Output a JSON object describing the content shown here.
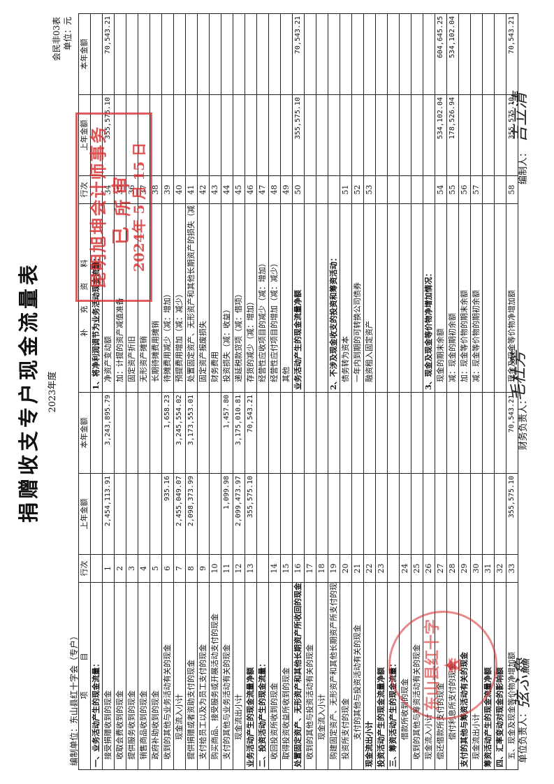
{
  "title": "捐赠收支专户现金流量表",
  "year": "2023年度",
  "form_code": "会民非03表",
  "unit": "单位：元",
  "org_label": "编制单位：",
  "org_name": "东山县红十字会（专户）",
  "headers": {
    "item": "项　　　　目",
    "line": "行次",
    "prev": "上年金额",
    "curr": "本年金额",
    "supp": "补　　充　　资　　料",
    "line2": "行次",
    "prev2": "上年金额",
    "curr2": "本年金额"
  },
  "rows": [
    {
      "l": "一、业务活动产生的现金流量：",
      "ln": "",
      "p": "",
      "c": "",
      "r": "1、将净利润调节为业务活动现金流量：",
      "rn": "",
      "rp": "",
      "rc": ""
    },
    {
      "l": "接受捐赠收到的现金",
      "ln": "1",
      "p": "2,454,113.91",
      "c": "3,243,895.79",
      "r": "净资产变动额",
      "rn": "34",
      "rp": "355,575.10",
      "rc": "70,543.21"
    },
    {
      "l": "收取会费收到的现金",
      "ln": "2",
      "p": "",
      "c": "",
      "r": "加：计提的资产减值准备",
      "rn": "35",
      "rp": "",
      "rc": ""
    },
    {
      "l": "提供服务收到的现金",
      "ln": "3",
      "p": "",
      "c": "",
      "r": "固定资产折旧",
      "rn": "36",
      "rp": "",
      "rc": ""
    },
    {
      "l": "销售商品收到的现金",
      "ln": "4",
      "p": "",
      "c": "",
      "r": "无形资产摊销",
      "rn": "37",
      "rp": "",
      "rc": ""
    },
    {
      "l": "政府补助收到的现金",
      "ln": "5",
      "p": "",
      "c": "",
      "r": "长期待摊费用摊销",
      "rn": "38",
      "rp": "",
      "rc": ""
    },
    {
      "l": "收到的其他与业务活动有关的现金",
      "ln": "6",
      "p": "935.16",
      "c": "1,658.23",
      "r": "待摊费用减少（减：增加）",
      "rn": "39",
      "rp": "",
      "rc": ""
    },
    {
      "l": "现金流入小计",
      "ln": "7",
      "p": "2,455,049.07",
      "c": "3,245,554.02",
      "r": "预提费用增加（减：减少）",
      "rn": "40",
      "rp": "",
      "rc": ""
    },
    {
      "l": "提供捐赠或者资助支付的现金",
      "ln": "8",
      "p": "2,098,373.99",
      "c": "3,173,553.01",
      "r": "处置固定资产、无形资产和其他长期资产的损失（减：收益）",
      "rn": "41",
      "rp": "",
      "rc": ""
    },
    {
      "l": "支付给员工以及为员工支付的现金",
      "ln": "9",
      "p": "",
      "c": "",
      "r": "固定资产报废损失",
      "rn": "42",
      "rp": "",
      "rc": ""
    },
    {
      "l": "购买商品、接受服务或开展活动支付的现金",
      "ln": "10",
      "p": "",
      "c": "",
      "r": "财务费用",
      "rn": "43",
      "rp": "",
      "rc": ""
    },
    {
      "l": "支付的其他与业务活动有关的现金",
      "ln": "11",
      "p": "1,099.98",
      "c": "1,457.80",
      "r": "投资损失（减：收益）",
      "rn": "44",
      "rp": "",
      "rc": ""
    },
    {
      "l": "现金流出小计",
      "ln": "12",
      "p": "2,099,473.97",
      "c": "3,175,010.81",
      "r": "递延税款贷项（减：借项）",
      "rn": "45",
      "rp": "",
      "rc": ""
    },
    {
      "l": "业务活动产生的现金流量净额",
      "ln": "13",
      "p": "355,575.10",
      "c": "70,543.21",
      "r": "存货的减少（减：增加）",
      "rn": "46",
      "rp": "",
      "rc": ""
    },
    {
      "l": "二、投资活动产生的现金流量：",
      "ln": "",
      "p": "",
      "c": "",
      "r": "经营性应收项目的减少（减：增加）",
      "rn": "47",
      "rp": "",
      "rc": ""
    },
    {
      "l": "收回投资所收到的现金",
      "ln": "14",
      "p": "",
      "c": "",
      "r": "经营性应付项目的增加（减：减少）",
      "rn": "48",
      "rp": "",
      "rc": ""
    },
    {
      "l": "取得投资收益所收到的现金",
      "ln": "15",
      "p": "",
      "c": "",
      "r": "其他",
      "rn": "49",
      "rp": "",
      "rc": ""
    },
    {
      "l": "处置固定资产、无形资产和其他长期资产所收回的现金净额",
      "ln": "16",
      "p": "",
      "c": "",
      "r": "业务活动产生的现金流量净额",
      "rn": "50",
      "rp": "355,575.10",
      "rc": "70,543.21"
    },
    {
      "l": "收到的其他与投资活动有关的现金",
      "ln": "17",
      "p": "",
      "c": "",
      "r": "",
      "rn": "",
      "rp": "",
      "rc": ""
    },
    {
      "l": "现金流入小计",
      "ln": "18",
      "p": "",
      "c": "",
      "r": "",
      "rn": "",
      "rp": "",
      "rc": ""
    },
    {
      "l": "购建固定资产、无形资产和其他长期资产所支付的现金",
      "ln": "19",
      "p": "",
      "c": "",
      "r": "2、不涉及现金收支的投资和筹资活动：",
      "rn": "",
      "rp": "",
      "rc": ""
    },
    {
      "l": "投资所支付的现金",
      "ln": "20",
      "p": "",
      "c": "",
      "r": "债务转为资本",
      "rn": "51",
      "rp": "",
      "rc": ""
    },
    {
      "l": "支付的其他与投资活动有关的现金",
      "ln": "21",
      "p": "",
      "c": "",
      "r": "一年内到期的可转换公司债券",
      "rn": "52",
      "rp": "",
      "rc": ""
    },
    {
      "l": "现金流出小计",
      "ln": "22",
      "p": "",
      "c": "",
      "r": "融资租入固定资产",
      "rn": "53",
      "rp": "",
      "rc": ""
    },
    {
      "l": "投资活动产生的现金流量净额",
      "ln": "23",
      "p": "",
      "c": "",
      "r": "",
      "rn": "",
      "rp": "",
      "rc": ""
    },
    {
      "l": "三、筹资活动产生的现金流量：",
      "ln": "",
      "p": "",
      "c": "",
      "r": "",
      "rn": "",
      "rp": "",
      "rc": ""
    },
    {
      "l": "借款所收到的现金",
      "ln": "24",
      "p": "",
      "c": "",
      "r": "",
      "rn": "",
      "rp": "",
      "rc": ""
    },
    {
      "l": "收到的其他与筹资活动有关的现金",
      "ln": "25",
      "p": "",
      "c": "",
      "r": "",
      "rn": "",
      "rp": "",
      "rc": ""
    },
    {
      "l": "现金流入小计",
      "ln": "26",
      "p": "",
      "c": "",
      "r": "3、现金及现金等价物净增加情况：",
      "rn": "",
      "rp": "",
      "rc": ""
    },
    {
      "l": "偿还借款所支付的现金",
      "ln": "27",
      "p": "",
      "c": "",
      "r": "现金的期末余额",
      "rn": "54",
      "rp": "534,102.04",
      "rc": "604,645.25"
    },
    {
      "l": "偿付利息所支付的现金",
      "ln": "28",
      "p": "",
      "c": "",
      "r": "减：现金的期初余额",
      "rn": "55",
      "rp": "178,526.94",
      "rc": "534,102.04"
    },
    {
      "l": "支付的其他与筹资活动有关的现金",
      "ln": "29",
      "p": "",
      "c": "",
      "r": "加：现金等价物的期末余额",
      "rn": "56",
      "rp": "",
      "rc": ""
    },
    {
      "l": "现金流出小计",
      "ln": "30",
      "p": "",
      "c": "",
      "r": "减：现金等价物的期初余额",
      "rn": "57",
      "rp": "",
      "rc": ""
    },
    {
      "l": "筹资活动产生的现金流量净额",
      "ln": "31",
      "p": "",
      "c": "",
      "r": "",
      "rn": "",
      "rp": "",
      "rc": ""
    },
    {
      "l": "四、汇率变动对现金的影响额",
      "ln": "32",
      "p": "",
      "c": "",
      "r": "",
      "rn": "",
      "rp": "",
      "rc": ""
    },
    {
      "l": "五、现金及现金等价物净增加额",
      "ln": "33",
      "p": "355,575.10",
      "c": "70,543.21",
      "r": "现金及现金等价物净增加额",
      "rn": "58",
      "rp": "355,575.10",
      "rc": "70,543.21"
    }
  ],
  "footer": {
    "unit_head": "单位负责人：",
    "finance_head": "财务负责人：",
    "preparer": "编制人："
  },
  "seal": {
    "text": "东山县红十字会",
    "star": "★"
  },
  "stamp": {
    "line1": "昆明旭坤会计师事务所",
    "line2": "已　审",
    "line3": "2024年 5 月 15 日"
  },
  "colors": {
    "stamp_red": "#d62828",
    "ink": "#111111"
  }
}
